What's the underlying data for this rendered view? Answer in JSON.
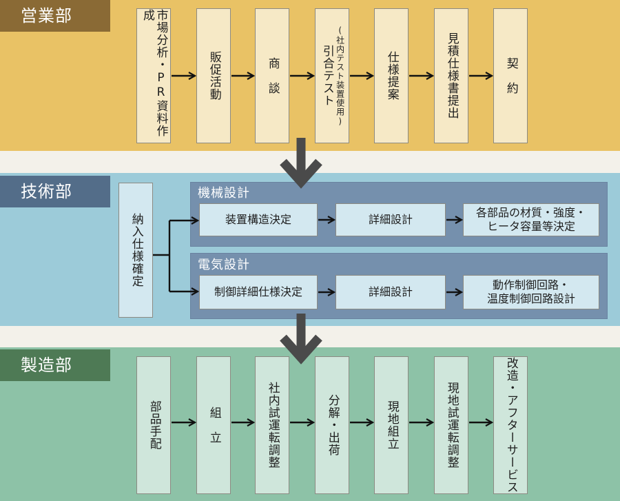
{
  "departments": {
    "sales": {
      "label": "営業部",
      "steps": [
        "市場分析・PR資料作成",
        "販促活動",
        "商　談",
        "引合テスト",
        "仕様提案",
        "見積仕様書提出",
        "契　約"
      ],
      "test_note": "(社内テスト装置使用)"
    },
    "technical": {
      "label": "技術部",
      "intake": "納入仕様確定",
      "mechanical": {
        "title": "機械設計",
        "steps": [
          "装置構造決定",
          "詳細設計",
          "各部品の材質・強度・\nヒータ容量等決定"
        ]
      },
      "electrical": {
        "title": "電気設計",
        "steps": [
          "制御詳細仕様決定",
          "詳細設計",
          "動作制御回路・\n温度制御回路設計"
        ]
      }
    },
    "manufacturing": {
      "label": "製造部",
      "steps": [
        "部品手配",
        "組　立",
        "社内試運転調整",
        "分解・出荷",
        "現地組立",
        "現地試運転調整",
        "改造・アフターサービス"
      ]
    }
  },
  "colors": {
    "sales_band": "#e9c265",
    "tech_band": "#9ccbd9",
    "mfg_band": "#8dc2a7",
    "arrow": "#4a4a4a"
  }
}
